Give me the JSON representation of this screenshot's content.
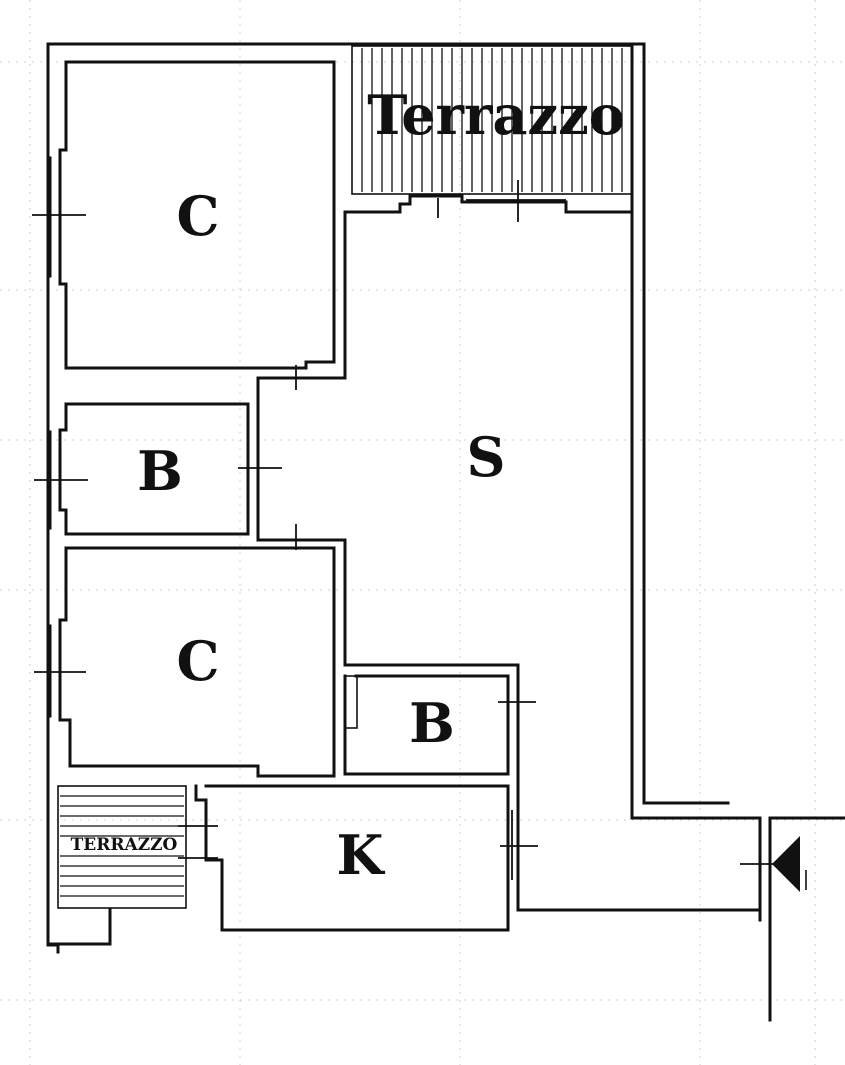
{
  "rooms": [
    {
      "id": "bedroom-1",
      "label": "C"
    },
    {
      "id": "bathroom-1",
      "label": "B"
    },
    {
      "id": "bedroom-2",
      "label": "C"
    },
    {
      "id": "bathroom-2",
      "label": "B"
    },
    {
      "id": "living",
      "label": "S"
    },
    {
      "id": "kitchen",
      "label": "K"
    }
  ],
  "terraces": [
    {
      "id": "terrace-main",
      "label": "Terrazzo"
    },
    {
      "id": "terrace-small",
      "label": "TERRAZZO"
    }
  ]
}
